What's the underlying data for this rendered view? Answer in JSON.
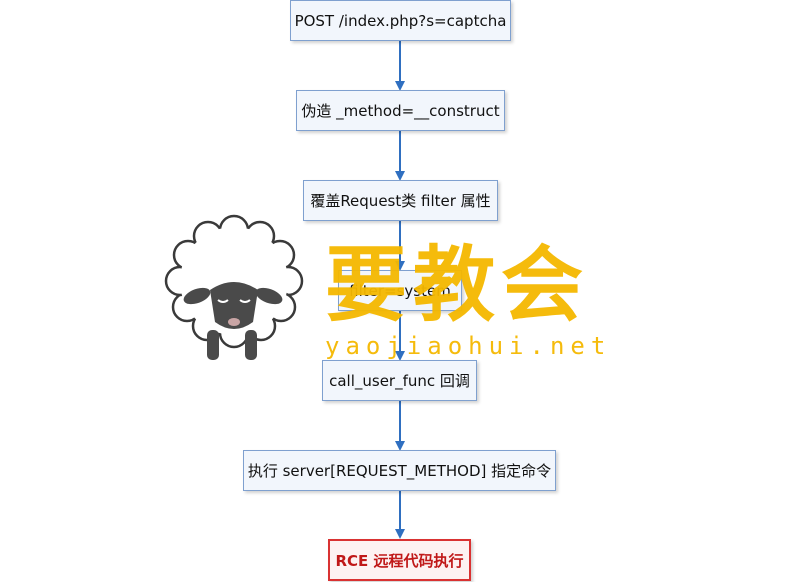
{
  "flowchart": {
    "nodes": [
      {
        "id": "post",
        "label": "POST /index.php?s=captcha"
      },
      {
        "id": "forge",
        "label": "伪造 _method=__construct"
      },
      {
        "id": "overwrite",
        "label": "覆盖Request类 filter 属性"
      },
      {
        "id": "filter",
        "label": "filter=system"
      },
      {
        "id": "callback",
        "label": "call_user_func 回调"
      },
      {
        "id": "exec",
        "label": "执行 server[REQUEST_METHOD] 指定命令"
      },
      {
        "id": "rce",
        "label": "RCE 远程代码执行"
      }
    ],
    "edges": [
      {
        "from": "post",
        "to": "forge"
      },
      {
        "from": "forge",
        "to": "overwrite"
      },
      {
        "from": "overwrite",
        "to": "filter"
      },
      {
        "from": "filter",
        "to": "callback"
      },
      {
        "from": "callback",
        "to": "exec"
      },
      {
        "from": "exec",
        "to": "rce"
      }
    ]
  },
  "watermark": {
    "text": "要教会",
    "url": "yaojiaohui.net"
  },
  "colors": {
    "node_fill": "#f2f6fc",
    "node_border": "#7fa0cf",
    "arrow": "#2f6fc0",
    "final_border": "#d93232",
    "final_text": "#c01818",
    "watermark": "#f5b800"
  }
}
